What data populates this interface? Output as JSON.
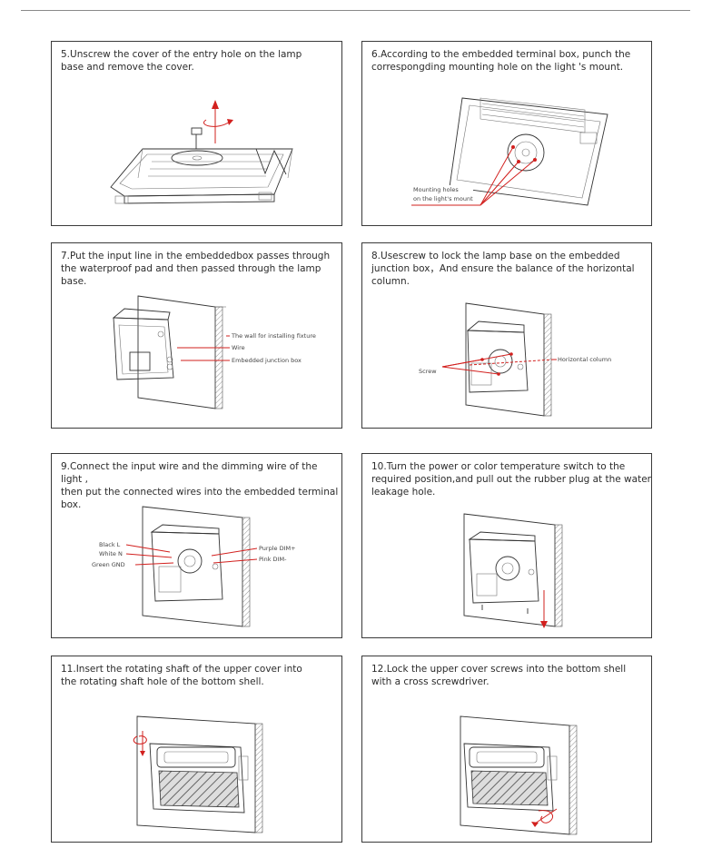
{
  "steps": [
    {
      "caption": "5.Unscrew the cover of the entry hole on the lamp\nbase and remove the cover."
    },
    {
      "caption": "6.According to the embedded terminal box, punch the\ncorrespongding mounting hole on the light 's mount.",
      "labels": {
        "mounting_holes": "Mounting holes\non the light's mount"
      }
    },
    {
      "caption": "7.Put the input line in the embeddedbox passes through\nthe waterproof pad and then passed through the lamp base.",
      "labels": {
        "wall": "The wall for installing fixture",
        "wire": "Wire",
        "junction_box": "Embedded junction box"
      }
    },
    {
      "caption": "8.Usescrew to lock the lamp base on the embedded\njunction box，And ensure the balance of the horizontal\ncolumn.",
      "labels": {
        "screw": "Screw",
        "horizontal_column": "Horizontal column"
      }
    },
    {
      "caption": "9.Connect the input wire and the dimming wire of the light ,\nthen put the connected wires into the embedded terminal\nbox.",
      "labels": {
        "black": "Black L",
        "white": "White N",
        "green": "Green GND",
        "purple": "Purple DIM+",
        "pink": "Pink DIM-"
      }
    },
    {
      "caption": "10.Turn the power or color temperature switch to the\nrequired position,and pull out the rubber plug at the water\nleakage hole."
    },
    {
      "caption": "11.Insert the rotating shaft of the upper cover into\nthe rotating shaft hole of the bottom shell."
    },
    {
      "caption": "12.Lock the upper cover screws into the bottom shell\nwith a cross screwdriver."
    }
  ]
}
